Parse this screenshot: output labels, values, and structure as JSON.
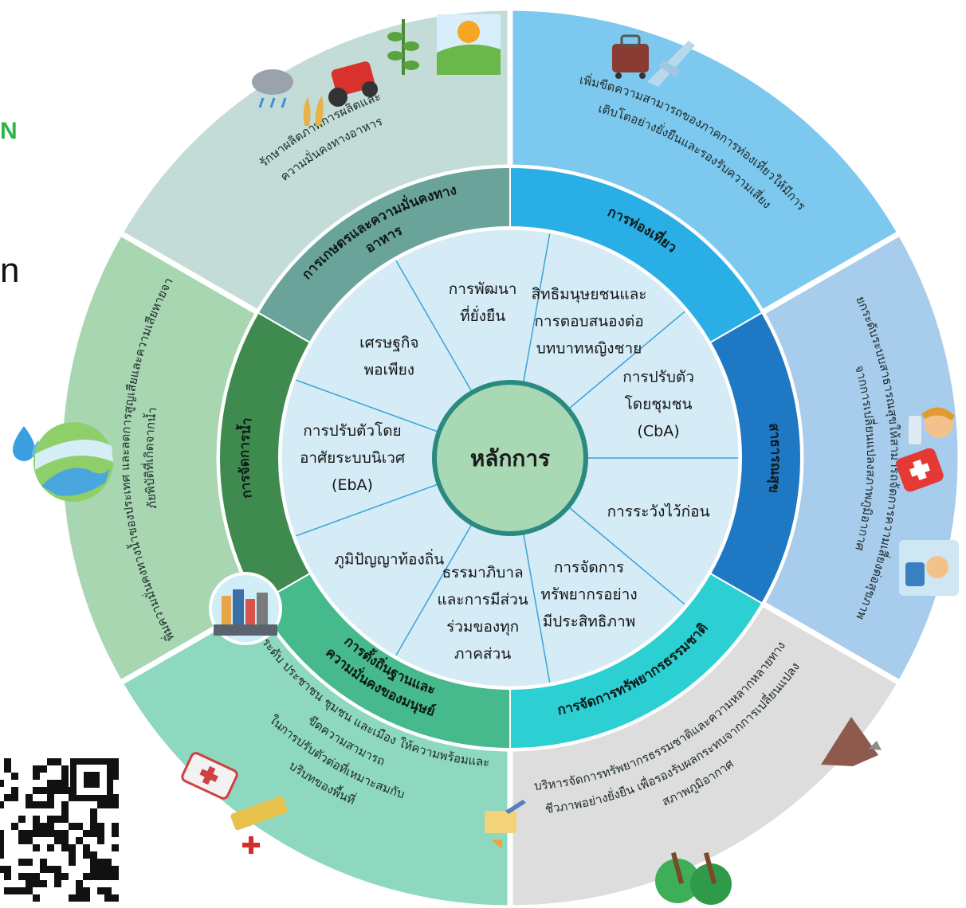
{
  "page": {
    "partial_letter_top": "N",
    "partial_letter_mid": "n"
  },
  "center": {
    "label": "หลักการ"
  },
  "principles": [
    {
      "lines": [
        "สิทธิมนุษยชนและ",
        "การตอบสนองต่อ",
        "บทบาทหญิงชาย"
      ]
    },
    {
      "lines": [
        "การปรับตัว",
        "โดยชุมชน",
        "(CbA)"
      ]
    },
    {
      "lines": [
        "การระวังไว้ก่อน"
      ]
    },
    {
      "lines": [
        "การจัดการ",
        "ทรัพยากรอย่าง",
        "มีประสิทธิภาพ"
      ]
    },
    {
      "lines": [
        "ธรรมาภิบาล",
        "และการมีส่วน",
        "ร่วมของทุก",
        "ภาคส่วน"
      ]
    },
    {
      "lines": [
        "ภูมิปัญญาท้องถิ่น"
      ]
    },
    {
      "lines": [
        "การปรับตัวโดย",
        "อาศัยระบบนิเวศ",
        "(EbA)"
      ]
    },
    {
      "lines": [
        "เศรษฐกิจ",
        "พอเพียง"
      ]
    },
    {
      "lines": [
        "การพัฒนา",
        "ที่ยั่งยืน"
      ]
    }
  ],
  "sectors": [
    {
      "name_lines": [
        "การท่องเที่ยว"
      ],
      "goal_lines": [
        "เพิ่มขีดความสามารถของภาคการท่องเที่ยวให้มีการ",
        "เติบโตอย่างยั่งยืนและรองรับความเสี่ยง"
      ],
      "ring_color": "#29aee6",
      "outer_color": "#7cc8ee",
      "icons": [
        "suitcase-icon",
        "airplane-icon"
      ]
    },
    {
      "name_lines": [
        "สาธารณสุข"
      ],
      "goal_lines": [
        "ยกระดับระบบสาธารณสุขให้สามารถจัดการความเสี่ยงต่อสุขภาพ",
        "จากการเปลี่ยนแปลงสภาพภูมิอากาศ"
      ],
      "ring_color": "#1f78c4",
      "outer_color": "#a7ccec",
      "icons": [
        "doctor-icon",
        "first-aid-kit-icon",
        "patient-care-icon"
      ]
    },
    {
      "name_lines": [
        "การจัดการทรัพยากรธรรมชาติ"
      ],
      "goal_lines": [
        "บริหารจัดการทรัพยากรธรรมชาติและความหลากหลายทาง",
        "ชีวภาพอย่างยั่งยืน เพื่อรองรับผลกระทบจากการเปลี่ยนแปลง",
        "สภาพภูมิอากาศ"
      ],
      "ring_color": "#2ccfd2",
      "outer_color": "#dddddd",
      "icons": [
        "landslide-icon",
        "trees-icon"
      ]
    },
    {
      "name_lines": [
        "การตั้งถิ่นฐานและ",
        "ความมั่นคงของมนุษย์"
      ],
      "goal_lines": [
        "ยกระดับ ประชาชน ชุมชน และเมือง ให้ความพร้อมและ",
        "ขีดความสามารถ",
        "ในการปรับตัวต่อที่เหมาะสมกับ",
        "บริบทของพื้นที่"
      ],
      "ring_color": "#46b98d",
      "outer_color": "#8ed8bf",
      "icons": [
        "ambulance-icon",
        "rescue-worker-icon",
        "whiteboard-icon"
      ]
    },
    {
      "name_lines": [
        "การจัดการน้ำ"
      ],
      "goal_lines": [
        "เพิ่มความมั่นคงทางน้ำของประเทศ และลดการสูญเสียและความเสียหายจาก",
        "ภัยพิบัติที่เกิดจากน้ำ"
      ],
      "ring_color": "#3f8a4e",
      "outer_color": "#a7d6b1",
      "icons": [
        "water-drop-icon",
        "river-landscape-icon"
      ]
    },
    {
      "name_lines": [
        "การเกษตรและความมั่นคงทาง",
        "อาหาร"
      ],
      "goal_lines": [
        "รักษาผลิตภาพการผลิตและ",
        "ความมั่นคงทางอาหาร"
      ],
      "ring_color": "#6aa39a",
      "outer_color": "#c3dcd8",
      "icons": [
        "rain-cloud-icon",
        "wheat-icon",
        "tractor-icon",
        "plant-icon",
        "sun-field-icon"
      ]
    }
  ],
  "extras": {
    "city_icon": "city-icon",
    "qr_icon": "qr-code-icon"
  }
}
